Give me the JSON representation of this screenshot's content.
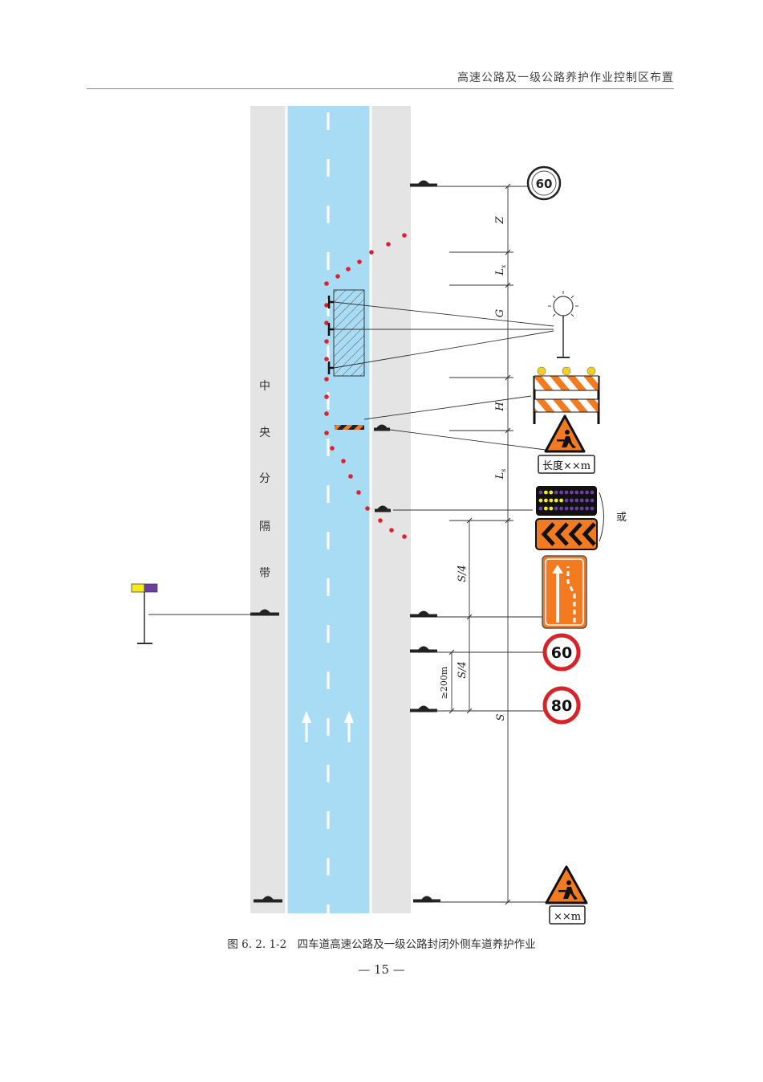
{
  "header": {
    "title": "高速公路及一级公路养护作业控制区布置"
  },
  "median": {
    "label_chars": [
      "中",
      "央",
      "分",
      "隔",
      "带"
    ]
  },
  "signs": {
    "speed_limit_top": "60",
    "speed_limit_mid": "60",
    "speed_limit_low": "80",
    "work_sign_length_text": "长度××m",
    "work_sign_bottom_text": "××m",
    "or_text": "或"
  },
  "dimensions": {
    "z": "Z",
    "lx_main": "L",
    "lx_sub": "x",
    "g": "G",
    "h": "H",
    "ls_main": "L",
    "ls_sub": "s",
    "s_quarter_1": "S/4",
    "s_quarter_2": "S/4",
    "s": "S",
    "min_distance": "≥200m"
  },
  "colors": {
    "lane": "#a8dcf4",
    "shoulder": "#e4e4e4",
    "cone": "#e0202c",
    "sign_orange": "#f47a20",
    "sign_red": "#d8232a"
  },
  "caption": "图 6. 2. 1-2　四车道高速公路及一级公路封闭外侧车道养护作业",
  "page_number": "— 15 —"
}
